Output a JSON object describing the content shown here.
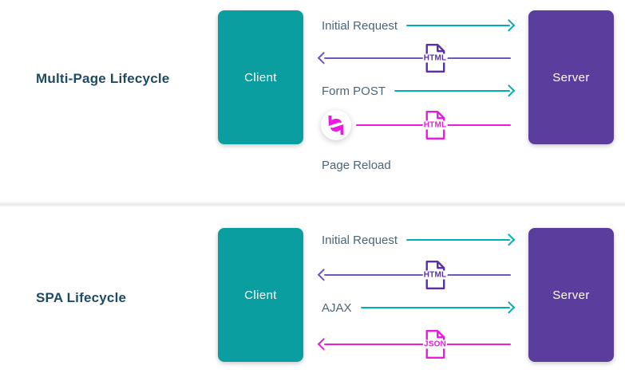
{
  "colors": {
    "client_box": "#0a9ea0",
    "server_box": "#5b3d9e",
    "request_arrow": "#00afb4",
    "response_arrow": "#6e57b8",
    "reload_arrow": "#ea1bdf",
    "html_icon": "#5b2fa7",
    "json_icon": "#ea1bdf",
    "title_text": "#1f4a63",
    "label_text": "#4a657a"
  },
  "sections": [
    {
      "title": "Multi-Page Lifecycle",
      "client_label": "Client",
      "server_label": "Server",
      "rows": [
        {
          "label": "Initial Request",
          "direction": "client-to-server"
        },
        {
          "doc_label": "HTML",
          "direction": "server-to-client"
        },
        {
          "label": "Form POST",
          "direction": "client-to-server"
        },
        {
          "doc_label": "HTML",
          "direction": "server-to-client",
          "icon": "reload-icon",
          "caption": "Page Reload"
        }
      ]
    },
    {
      "title": "SPA Lifecycle",
      "client_label": "Client",
      "server_label": "Server",
      "rows": [
        {
          "label": "Initial Request",
          "direction": "client-to-server"
        },
        {
          "doc_label": "HTML",
          "direction": "server-to-client"
        },
        {
          "label": "AJAX",
          "direction": "client-to-server"
        },
        {
          "doc_label": "JSON",
          "direction": "server-to-client"
        }
      ]
    }
  ]
}
